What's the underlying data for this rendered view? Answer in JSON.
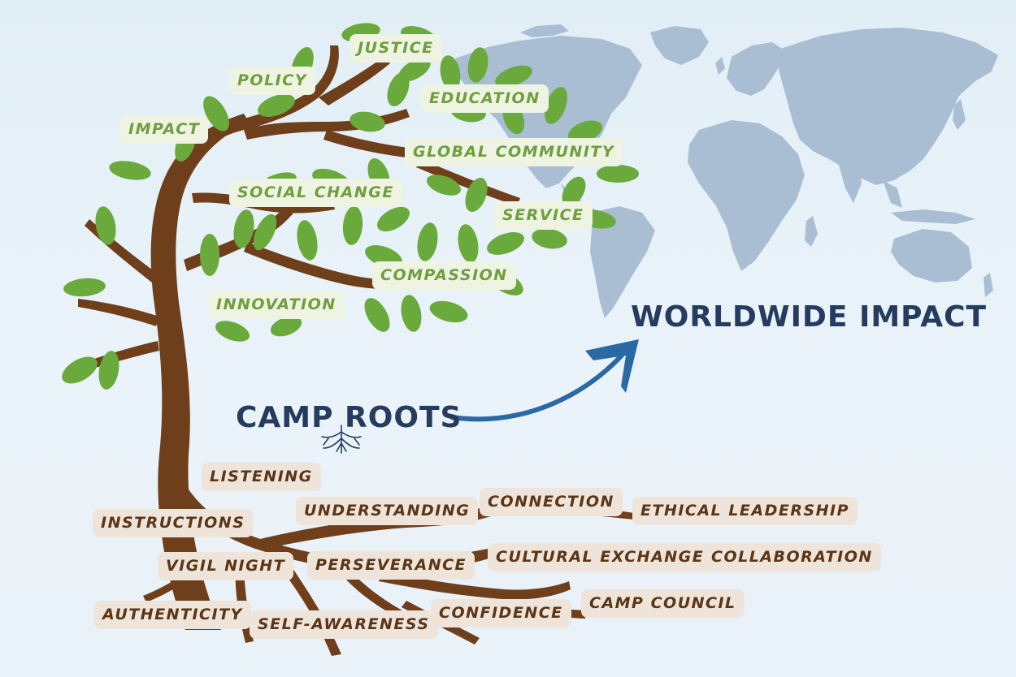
{
  "headline_right": "WORLDWIDE IMPACT",
  "headline_roots": "CAMP ROOTS",
  "branch_values": {
    "justice": "JUSTICE",
    "policy": "POLICY",
    "education": "EDUCATION",
    "impact": "IMPACT",
    "global_community": "GLOBAL COMMUNITY",
    "social_change": "SOCIAL CHANGE",
    "service": "SERVICE",
    "compassion": "COMPASSION",
    "innovation": "INNOVATION"
  },
  "root_values": {
    "listening": "LISTENING",
    "understanding": "UNDERSTANDING",
    "connection": "CONNECTION",
    "ethical_leadership": "ETHICAL LEADERSHIP",
    "instructions": "INSTRUCTIONS",
    "vigil_night": "VIGIL NIGHT",
    "perseverance": "PERSEVERANCE",
    "cultural_exchange": "CULTURAL EXCHANGE",
    "collaboration": "COLLABORATION",
    "authenticity": "AUTHENTICITY",
    "self_awareness": "SELF-AWARENESS",
    "confidence": "CONFIDENCE",
    "camp_council": "CAMP COUNCIL"
  },
  "colors": {
    "trunk": "#6e3f1a",
    "leaf": "#6aaa3c",
    "map": "#a9bed3",
    "arrow": "#2a69a3",
    "headline": "#263c5e"
  },
  "icons": [
    "world-map-icon",
    "tree-icon",
    "leaf-icon",
    "arrow-icon",
    "roots-icon"
  ]
}
